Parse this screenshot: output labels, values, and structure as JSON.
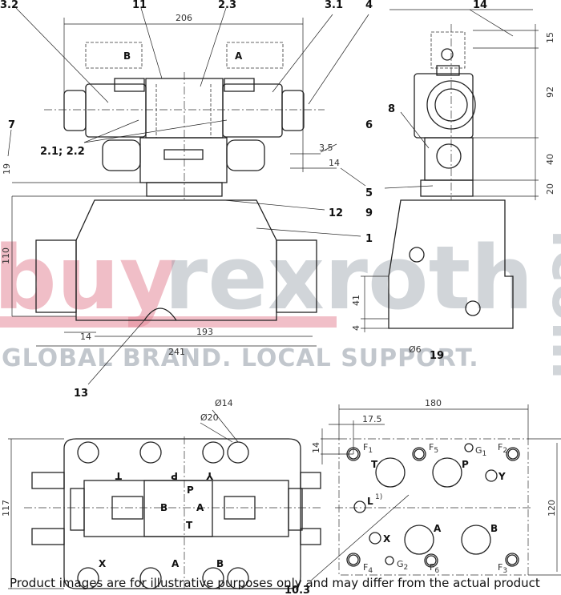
{
  "callouts": {
    "c3_2": "3.2",
    "c11": "11",
    "c2_3": "2.3",
    "c3_1": "3.1",
    "c4": "4",
    "c14": "14",
    "c7": "7",
    "c8": "8",
    "c6": "6",
    "c5": "5",
    "c9": "9",
    "c12": "12",
    "c1": "1",
    "c13": "13",
    "c19": "19",
    "c2_1_2_2": "2.1; 2.2",
    "c10_3": "10.3"
  },
  "dimensions": {
    "d206": "206",
    "d15": "15",
    "d92": "92",
    "d40": "40",
    "d20": "20",
    "d3_5": "3.5",
    "d14_side": "14",
    "d19": "19",
    "d110": "110",
    "d41": "41",
    "d4": "4",
    "d_phi6": "Ø6",
    "d14_bottom": "14",
    "d193": "193",
    "d241": "241",
    "d180": "180",
    "d17_5": "17.5",
    "d14_plate": "14",
    "d120": "120",
    "d117": "117",
    "d_phi14": "Ø14",
    "d_phi20": "Ø20"
  },
  "solenoid_labels": {
    "left": "B",
    "right": "A"
  },
  "top_view_ports": {
    "p": "P",
    "b": "B",
    "a": "A",
    "t": "T",
    "x": "X",
    "a2": "A",
    "b2": "B",
    "t_mirror": "T",
    "p_mirror": "P",
    "y_mirror": "Y"
  },
  "plate_ports": {
    "f1": "F",
    "f1_sub": "1",
    "f5": "F",
    "f5_sub": "5",
    "g1": "G",
    "g1_sub": "1",
    "f2": "F",
    "f2_sub": "2",
    "t": "T",
    "p": "P",
    "y": "Y",
    "l": "L",
    "l_note": "1)",
    "x": "X",
    "a": "A",
    "b": "B",
    "f4": "F",
    "f4_sub": "4",
    "g2": "G",
    "g2_sub": "2",
    "f6": "F",
    "f6_sub": "6",
    "f3": "F",
    "f3_sub": "3"
  },
  "watermark": {
    "buy": "buy",
    "rexroth": "rexroth",
    "com": ".com",
    "tagline": "GLOBAL BRAND. LOCAL SUPPORT."
  },
  "disclaimer": "Product images are for illustrative purposes only and may differ from the actual product"
}
